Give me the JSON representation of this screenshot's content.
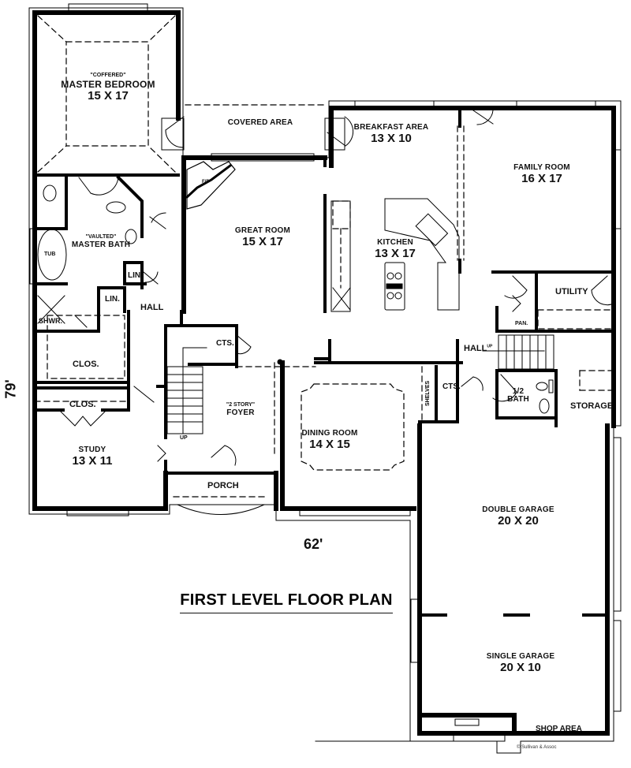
{
  "plan": {
    "title": "FIRST LEVEL FLOOR PLAN",
    "overall_width": "62'",
    "overall_depth": "79'",
    "copyright": "© Sullivan & Assoc"
  },
  "rooms": {
    "master_bedroom": {
      "note": "\"COFFERED\"",
      "name": "MASTER BEDROOM",
      "dim": "15 X 17"
    },
    "covered_area": {
      "name": "COVERED AREA"
    },
    "breakfast_area": {
      "name": "BREAKFAST AREA",
      "dim": "13 X 10"
    },
    "family_room": {
      "name": "FAMILY ROOM",
      "dim": "16 X 17"
    },
    "great_room": {
      "name": "GREAT ROOM",
      "dim": "15 X 17"
    },
    "kitchen": {
      "name": "KITCHEN",
      "dim": "13 X 17"
    },
    "master_bath": {
      "note": "\"VAULTED\"",
      "name": "MASTER BATH"
    },
    "tub": {
      "name": "TUB"
    },
    "shower": {
      "name": "SHWR."
    },
    "linen_1": {
      "name": "LIN."
    },
    "linen_2": {
      "name": "LIN."
    },
    "hall_west": {
      "name": "HALL"
    },
    "closet_1": {
      "name": "CLOS."
    },
    "closet_2": {
      "name": "CLOS."
    },
    "study": {
      "name": "STUDY",
      "dim": "13 X 11"
    },
    "foyer": {
      "note": "\"2 STORY\"",
      "name": "FOYER"
    },
    "stair_up": {
      "name": "UP"
    },
    "coats_1": {
      "name": "CTS."
    },
    "porch": {
      "name": "PORCH"
    },
    "dining_room": {
      "name": "DINING ROOM",
      "dim": "14 X 15"
    },
    "shelves": {
      "name": "SHELVES"
    },
    "coats_2": {
      "name": "CTS."
    },
    "hall_east": {
      "name": "HALL",
      "up": "UP"
    },
    "utility": {
      "name": "UTILITY"
    },
    "pantry": {
      "name": "PAN."
    },
    "half_bath": {
      "name": "1/2",
      "name2": "BATH"
    },
    "storage": {
      "name": "STORAGE"
    },
    "double_garage": {
      "name": "DOUBLE GARAGE",
      "dim": "20 X 20"
    },
    "single_garage": {
      "name": "SINGLE GARAGE",
      "dim": "20 X 10"
    },
    "shop_area": {
      "name": "SHOP AREA"
    },
    "fireplace": {
      "name": "F/P"
    }
  },
  "colors": {
    "wall": "#000000",
    "background": "#ffffff",
    "text": "#111111"
  }
}
